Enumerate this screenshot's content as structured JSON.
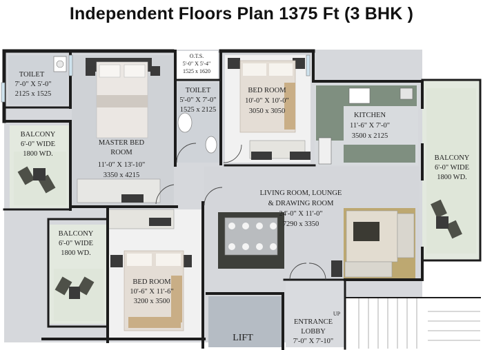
{
  "title": "Independent Floors Plan 1375 Ft (3 BHK )",
  "rooms": {
    "toilet1": {
      "name": "TOILET",
      "dims": "7'-0\" X 5'-0\"",
      "metric": "2125 x 1525"
    },
    "ots": {
      "name": "O.T.S.",
      "dims": "5'-0\" X 5'-4\"",
      "metric": "1525 x 1620"
    },
    "toilet2": {
      "name": "TOILET",
      "dims": "5'-0\" X 7'-0\"",
      "metric": "1525 x 2125"
    },
    "bedroom1": {
      "name": "BED ROOM",
      "dims": "10'-0\" X 10'-0\"",
      "metric": "3050 x 3050"
    },
    "kitchen": {
      "name": "KITCHEN",
      "dims": "11'-6\" X 7'-0\"",
      "metric": "3500 x 2125"
    },
    "balcony1": {
      "line1": "BALCONY",
      "line2": "6'-0\" WIDE",
      "line3": "1800 WD."
    },
    "master": {
      "line1": "MASTER BED",
      "line2": "ROOM",
      "dims": "11'-0\" X 13'-10\"",
      "metric": "3350 x 4215"
    },
    "balcony_right": {
      "line1": "BALCONY",
      "line2": "6'-0\" WIDE",
      "line3": "1800 WD."
    },
    "living": {
      "line1": "LIVING ROOM, LOUNGE",
      "line2": "& DRAWING ROOM",
      "dims": "24'-0\" X 11'-0\"",
      "metric": "7290 x 3350"
    },
    "balcony2": {
      "line1": "BALCONY",
      "line2": "6'-0\" WIDE",
      "line3": "1800 WD."
    },
    "bedroom2": {
      "name": "BED ROOM",
      "dims": "10'-6\" X 11'-6\"",
      "metric": "3200 x 3500"
    },
    "lift": {
      "name": "LIFT"
    },
    "lobby": {
      "line1": "ENTRANCE",
      "line2": "LOBBY",
      "dims": "7'-0\" X 7'-10\"",
      "up": "UP"
    }
  },
  "colors": {
    "wall": "#1c1c1c",
    "floor": "#d6d8dc",
    "bedroom_floor": "#f1f1f1",
    "balcony_floor": "#e3e9df",
    "balcony_rug": "#9aab86",
    "counter": "#7f8f80",
    "wood": "#d8b270",
    "lift_floor": "#b5bcc4",
    "dark_rug": "#3d3f3a",
    "sofa_rug": "#bda871"
  }
}
